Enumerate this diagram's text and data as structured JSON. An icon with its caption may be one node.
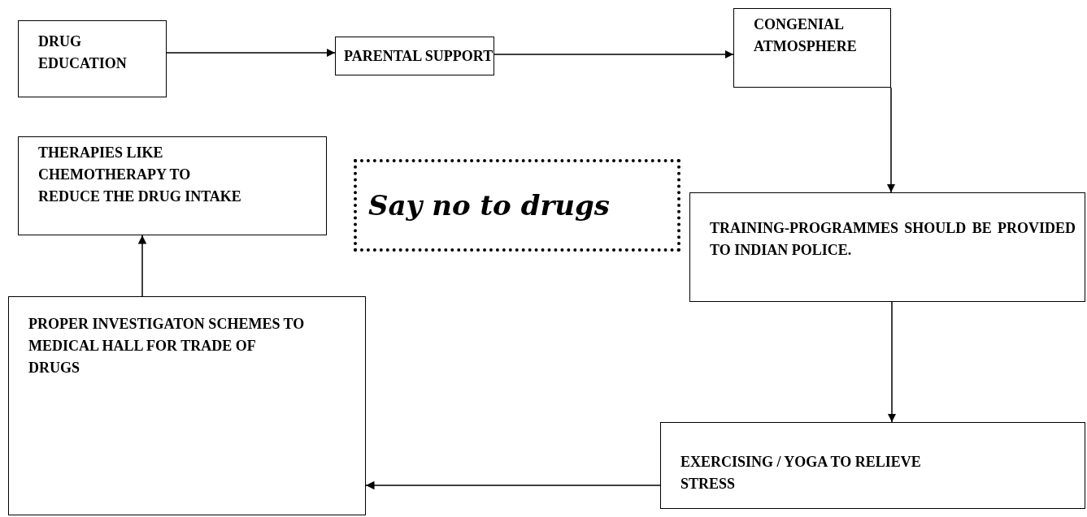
{
  "diagram": {
    "nodes": [
      {
        "text": [
          "DRUG EDUCATION"
        ]
      },
      {
        "text": [
          "PARENTAL SUPPORT"
        ]
      },
      {
        "text": [
          "CONGENIAL ATMOSPHERE"
        ]
      },
      {
        "text": [
          "THERAPIES LIKE CHEMOTHERAPY TO REDUCE THE DRUG INTAKE"
        ]
      },
      {
        "text": [
          "Say no to drugs"
        ]
      },
      {
        "text": [
          "TRAINING-PROGRAMMES SHOULD BE PROVIDED TO INDIAN POLICE."
        ]
      },
      {
        "text": [
          "PROPER INVESTIGATON SCHEMES TO MEDICAL HALL FOR TRADE OF DRUGS"
        ]
      },
      {
        "text": [
          "EXERCISING / YOGA TO RELIEVE STRESS"
        ]
      }
    ],
    "edges": [
      {
        "from": 0,
        "to": 1,
        "arrow": "to"
      },
      {
        "from": 1,
        "to": 2,
        "arrow": "to"
      },
      {
        "from": 2,
        "to": 5,
        "arrow": "to"
      },
      {
        "from": 5,
        "to": 7,
        "arrow": "to"
      },
      {
        "from": 7,
        "to": 6,
        "arrow": "to"
      },
      {
        "from": 6,
        "to": 3,
        "arrow": "to"
      }
    ]
  }
}
